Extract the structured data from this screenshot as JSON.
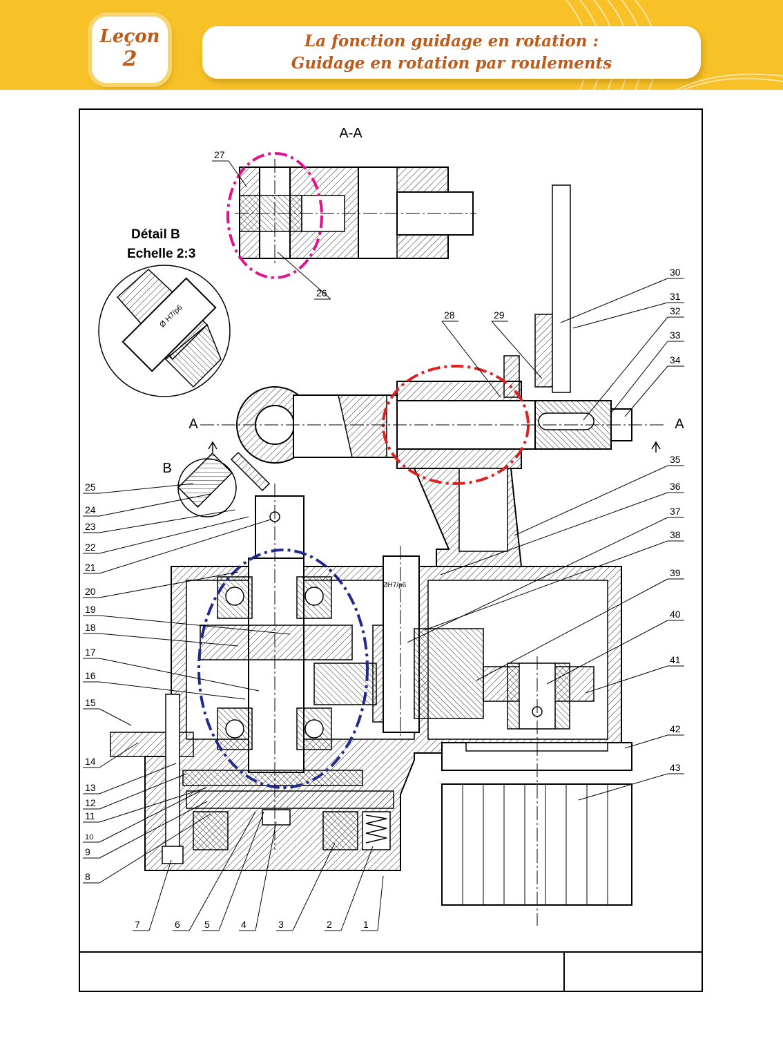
{
  "header": {
    "lesson_label": "Leçon",
    "lesson_number": "2",
    "title_line1": "La fonction guidage en rotation :",
    "title_line2": "Guidage en rotation par roulements",
    "background_color": "#f7c127",
    "title_color": "#c05a1a"
  },
  "drawing": {
    "section_label": "A-A",
    "detail_title": "Détail B",
    "detail_scale": "Echelle 2:3",
    "detail_fit": "Ø H7/p6",
    "fit_label": "ØH7/p6",
    "cut_letter": "A",
    "detail_letter": "B",
    "part_numbers": [
      "1",
      "2",
      "3",
      "4",
      "5",
      "6",
      "7",
      "8",
      "9",
      "10",
      "11",
      "12",
      "13",
      "14",
      "15",
      "16",
      "17",
      "18",
      "19",
      "20",
      "21",
      "22",
      "23",
      "24",
      "25",
      "26",
      "27",
      "28",
      "29",
      "30",
      "31",
      "32",
      "33",
      "34",
      "35",
      "36",
      "37",
      "38",
      "39",
      "40",
      "41",
      "42",
      "43"
    ],
    "highlight_colors": {
      "magenta": "#e0138c",
      "red": "#e02020",
      "blue": "#1f2a8c"
    }
  }
}
